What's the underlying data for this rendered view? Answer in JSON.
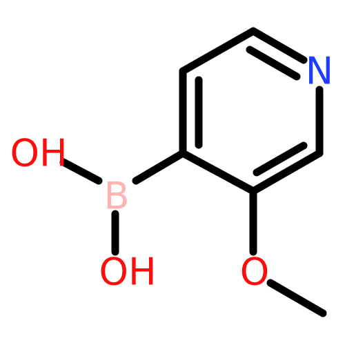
{
  "molecule": {
    "atoms": {
      "N": {
        "symbol": "N",
        "color": "#1f3dff"
      },
      "B": {
        "symbol": "B",
        "color": "#ffb3b3"
      },
      "OH_top": {
        "symbol": "OH",
        "color": "#ff0d0d"
      },
      "OH_bottom": {
        "symbol": "OH",
        "color": "#ff0d0d"
      },
      "O_methoxy": {
        "symbol": "O",
        "color": "#ff0d0d"
      }
    },
    "bond_color": "#000000"
  }
}
